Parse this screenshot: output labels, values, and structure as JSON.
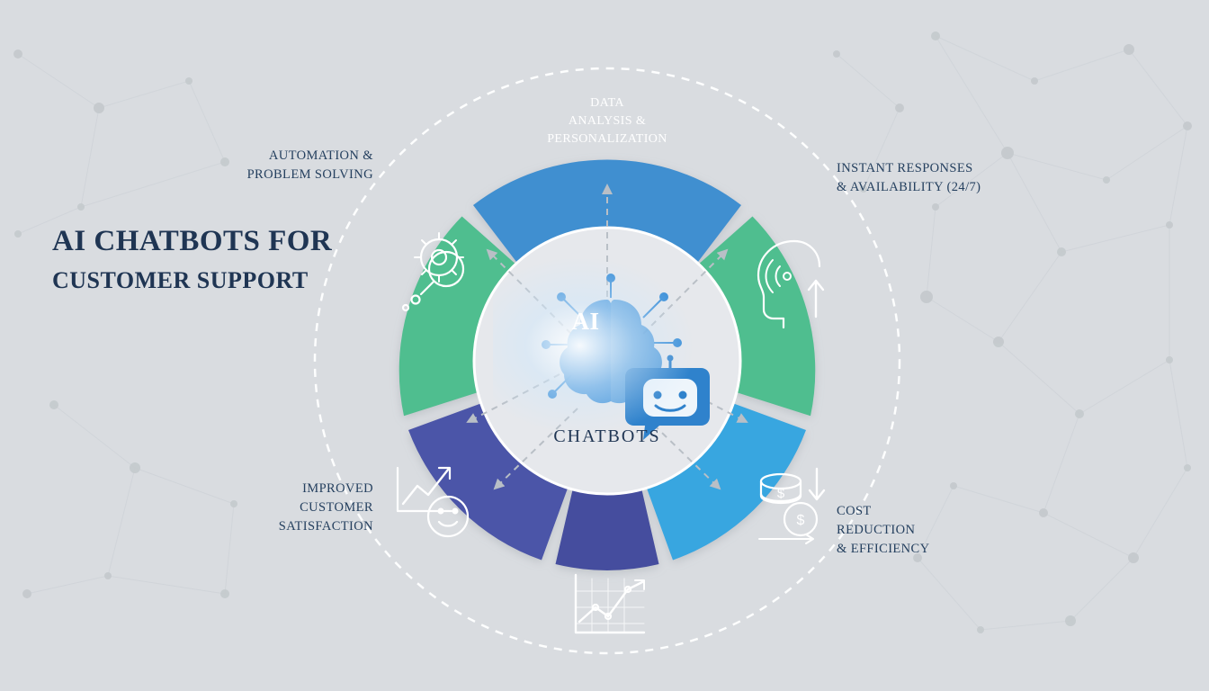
{
  "title": {
    "line1": "AI CHATBOTS FOR",
    "line2": "CUSTOMER SUPPORT"
  },
  "center": {
    "hub_label": "AI",
    "caption": "CHATBOTS",
    "icons": [
      "brain-icon",
      "chatbot-icon"
    ]
  },
  "colors": {
    "background": "#d9dce0",
    "inner_circle": "#e6e8ec",
    "text_dark": "#1f3553",
    "segment_blue_top": "#3f8fd0",
    "segment_green": "#4fbe8f",
    "segment_light_blue": "#38a6e0",
    "segment_indigo": "#4c54a8",
    "segment_indigo_dark": "#454e9e",
    "arrow": "#b9bfc6"
  },
  "segments": [
    {
      "id": "data-analysis",
      "label": "DATA\nANALYSIS &\nPERSONALIZATION",
      "label_lines": [
        "DATA",
        "ANALYSIS &",
        "PERSONALIZATION"
      ],
      "position": "top",
      "label_placement": "inside",
      "color": "#3f8fd0",
      "icon": "none"
    },
    {
      "id": "instant-responses",
      "label": "INSTANT RESPONSES\n& AVAILABILITY (24/7)",
      "label_lines": [
        "INSTANT RESPONSES",
        "& AVAILABILITY (24/7)"
      ],
      "position": "top-right",
      "label_placement": "outside-right",
      "color": "#4fbe8f",
      "icon": "head-soundwave-icon"
    },
    {
      "id": "cost-reduction",
      "label": "COST\nREDUCTION\n& EFFICIENCY",
      "label_lines": [
        "COST",
        "REDUCTION",
        "& EFFICIENCY"
      ],
      "position": "bottom-right",
      "label_placement": "outside-right",
      "color": "#38a6e0",
      "icon": "coins-down-arrow-icon"
    },
    {
      "id": "analytics",
      "label": "",
      "label_lines": [],
      "position": "bottom",
      "label_placement": "none",
      "color": "#454e9e",
      "icon": "growth-chart-icon"
    },
    {
      "id": "customer-satisfaction",
      "label": "IMPROVED\nCUSTOMER\nSATISFACTION",
      "label_lines": [
        "IMPROVED",
        "CUSTOMER",
        "SATISFACTION"
      ],
      "position": "bottom-left",
      "label_placement": "outside-left",
      "color": "#4c54a8",
      "icon": "smiley-uptrend-icon"
    },
    {
      "id": "automation",
      "label": "AUTOMATION &\nPROBLEM SOLVING",
      "label_lines": [
        "AUTOMATION &",
        "PROBLEM SOLVING"
      ],
      "position": "top-left",
      "label_placement": "outside-left",
      "color": "#4fbe8f",
      "icon": "gear-magnifier-icon"
    }
  ]
}
